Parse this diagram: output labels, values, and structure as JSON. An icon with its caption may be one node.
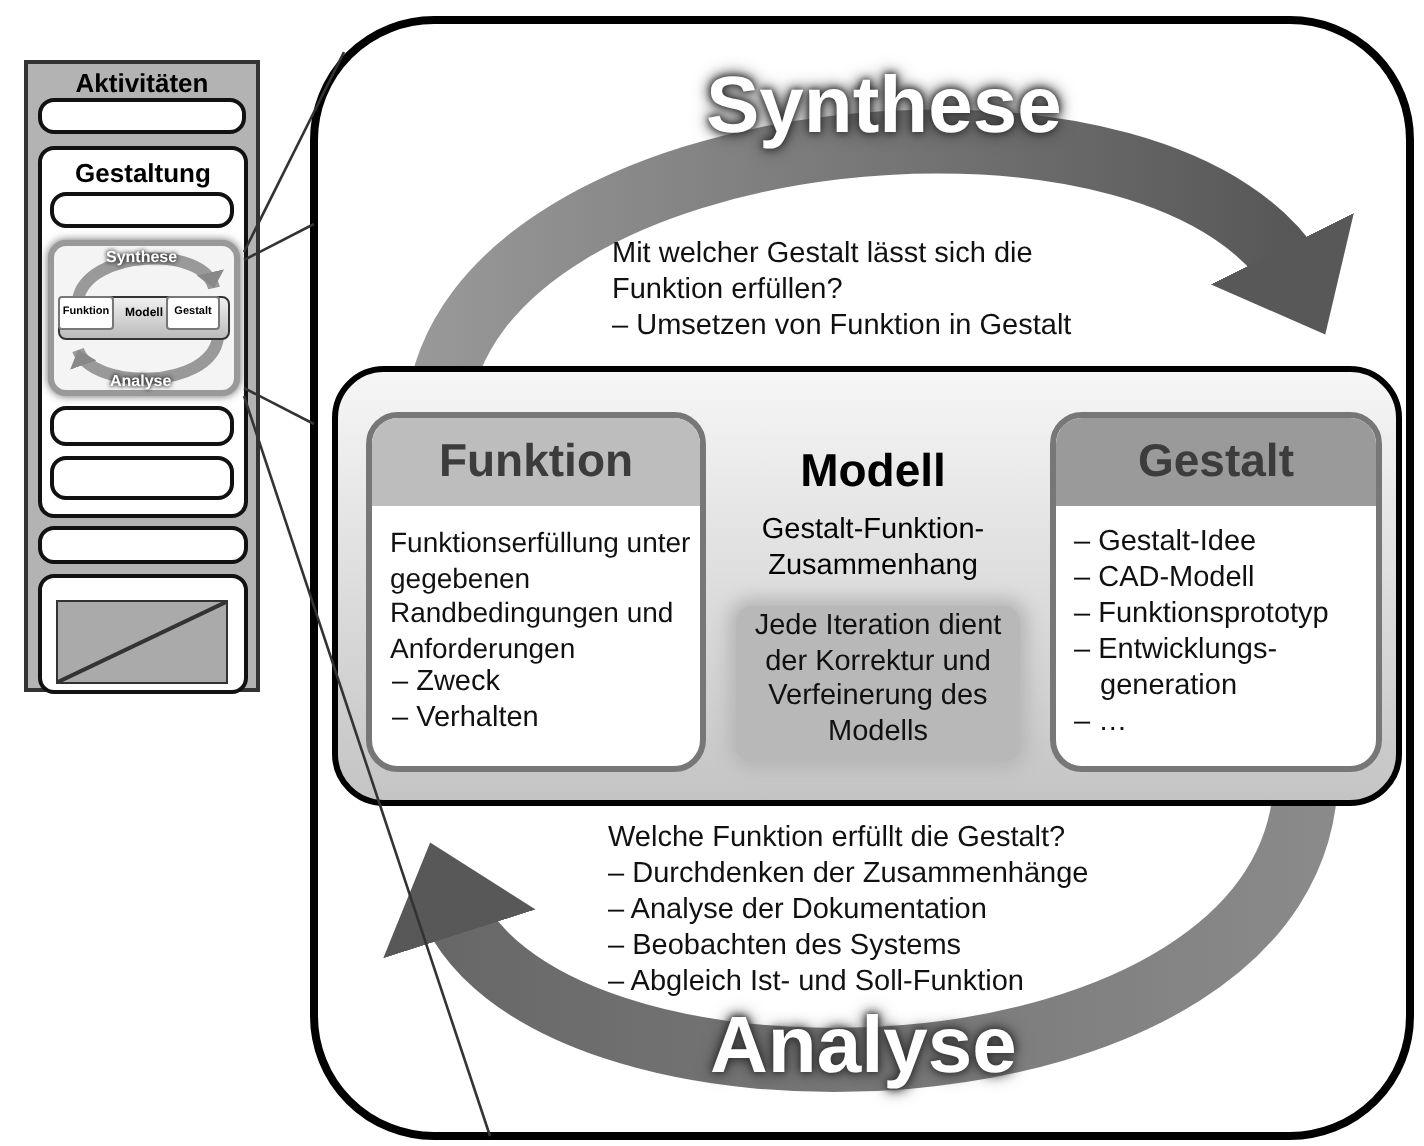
{
  "diagram": {
    "nodes": [
      {
        "text": [
          "Aktivitäten"
        ]
      },
      {
        "text": [],
        "shape": "box",
        "in": 0
      },
      {
        "text": [
          "Gestaltung"
        ],
        "in": 0
      },
      {
        "text": [],
        "shape": "box",
        "in": 2
      },
      {
        "text": [],
        "shape": "box",
        "in": 2
      },
      {
        "text": [
          "Modell"
        ],
        "in": 4
      },
      {
        "text": [
          "Funktion"
        ],
        "in": 5
      },
      {
        "text": [
          "Gestalt"
        ],
        "in": 5
      },
      {
        "text": [],
        "shape": "box",
        "in": 2
      },
      {
        "text": [],
        "shape": "box",
        "in": 2
      },
      {
        "text": [],
        "shape": "box",
        "in": 0
      },
      {
        "text": [],
        "shape": "box",
        "in": 0
      },
      {
        "text": [],
        "shape": "box",
        "in": 11
      },
      {
        "text": [],
        "shape": "box"
      },
      {
        "text": [
          "Modell",
          "Gestalt-Funktion-Zusammenhang"
        ],
        "in": 13
      },
      {
        "text": [
          "Funktion",
          "Funktionserfüllung unter gegebenen Randbedingungen und Anforderungen",
          "– Zweck",
          "– Verhalten"
        ],
        "in": 14
      },
      {
        "text": [
          "Gestalt",
          "– Gestalt-Idee",
          "– CAD-Modell",
          "– Funktionsprototyp",
          "– Entwicklungs- generation",
          "– …"
        ],
        "in": 14
      },
      {
        "text": [
          "Jede Iteration dient der Korrektur und Verfeinerung des Modells"
        ],
        "in": 14
      }
    ],
    "edges": [
      {
        "from": 15,
        "to": 16,
        "arrow": "to",
        "label": "Synthese",
        "style": "thick"
      },
      {
        "from": 16,
        "to": 15,
        "arrow": "to",
        "label": "Analyse",
        "style": "thick"
      },
      {
        "from": 6,
        "to": 7,
        "arrow": "to",
        "label": "Synthese",
        "style": "thick",
        "color": "#999999"
      },
      {
        "from": 7,
        "to": 6,
        "arrow": "to",
        "label": "Analyse",
        "style": "thick",
        "color": "#999999"
      },
      {
        "from": 4,
        "to": 13,
        "arrow": "none"
      },
      {
        "from": 4,
        "to": 13,
        "arrow": "none"
      },
      {
        "from": 4,
        "to": 13,
        "arrow": "none"
      },
      {
        "from": 4,
        "to": 13,
        "arrow": "none"
      }
    ],
    "labels": [
      "Mit welcher Gestalt lässt sich die Funktion erfüllen?",
      "– Umsetzen von Funktion in Gestalt",
      "Welche Funktion erfüllt die Gestalt?",
      "– Durchdenken der Zusammenhänge",
      "– Analyse der Dokumentation",
      "– Beobachten des Systems",
      "– Abgleich Ist- und Soll-Funktion"
    ]
  }
}
